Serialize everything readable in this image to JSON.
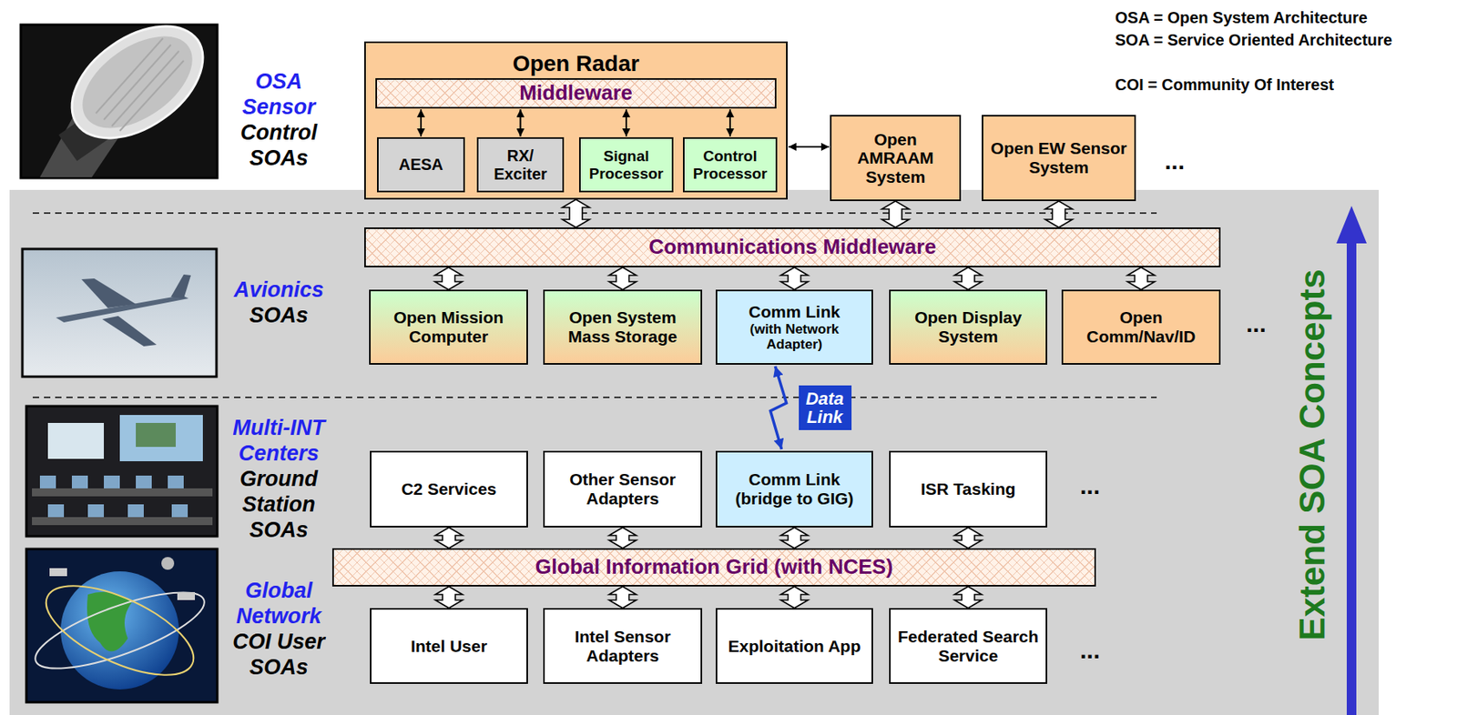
{
  "diagram": {
    "nodes": [
      {
        "text": [
          "Open Radar"
        ]
      },
      {
        "text": [
          "Middleware"
        ],
        "in": 0
      },
      {
        "text": [
          "AESA"
        ],
        "in": 0
      },
      {
        "text": [
          "RX/ Exciter"
        ],
        "in": 0
      },
      {
        "text": [
          "Signal Processor"
        ],
        "in": 0
      },
      {
        "text": [
          "Control Processor"
        ],
        "in": 0
      },
      {
        "text": [
          "Open AMRAAM System"
        ]
      },
      {
        "text": [
          "Open EW Sensor System"
        ]
      },
      {
        "text": [
          "Communications Middleware"
        ]
      },
      {
        "text": [
          "Open Mission Computer"
        ]
      },
      {
        "text": [
          "Open System Mass Storage"
        ]
      },
      {
        "text": [
          "Comm Link",
          "(with Network Adapter)"
        ]
      },
      {
        "text": [
          "Open Display System"
        ]
      },
      {
        "text": [
          "Open Comm/Nav/ID"
        ]
      },
      {
        "text": [
          "C2 Services"
        ]
      },
      {
        "text": [
          "Other Sensor Adapters"
        ]
      },
      {
        "text": [
          "Comm Link (bridge to GIG)"
        ]
      },
      {
        "text": [
          "ISR Tasking"
        ]
      },
      {
        "text": [
          "Global Information Grid (with NCES)"
        ]
      },
      {
        "text": [
          "Intel User"
        ]
      },
      {
        "text": [
          "Intel Sensor Adapters"
        ]
      },
      {
        "text": [
          "Exploitation App"
        ]
      },
      {
        "text": [
          "Federated Search Service"
        ]
      }
    ],
    "edges": [
      {
        "from": 1,
        "to": 2,
        "arrow": "both"
      },
      {
        "from": 1,
        "to": 3,
        "arrow": "both"
      },
      {
        "from": 1,
        "to": 4,
        "arrow": "both"
      },
      {
        "from": 1,
        "to": 5,
        "arrow": "both"
      },
      {
        "from": 0,
        "to": 6,
        "arrow": "both"
      },
      {
        "from": 0,
        "to": 8,
        "arrow": "both"
      },
      {
        "from": 6,
        "to": 8,
        "arrow": "both"
      },
      {
        "from": 7,
        "to": 8,
        "arrow": "both"
      },
      {
        "from": 8,
        "to": 9,
        "arrow": "both"
      },
      {
        "from": 8,
        "to": 10,
        "arrow": "both"
      },
      {
        "from": 8,
        "to": 11,
        "arrow": "both"
      },
      {
        "from": 8,
        "to": 12,
        "arrow": "both"
      },
      {
        "from": 8,
        "to": 13,
        "arrow": "both"
      },
      {
        "from": 11,
        "to": 16,
        "label": "Data Link",
        "arrow": "both"
      },
      {
        "from": 14,
        "to": 18,
        "arrow": "both"
      },
      {
        "from": 15,
        "to": 18,
        "arrow": "both"
      },
      {
        "from": 16,
        "to": 18,
        "arrow": "both"
      },
      {
        "from": 17,
        "to": 18,
        "arrow": "both"
      },
      {
        "from": 18,
        "to": 19,
        "arrow": "both"
      },
      {
        "from": 18,
        "to": 20,
        "arrow": "both"
      },
      {
        "from": 18,
        "to": 21,
        "arrow": "both"
      },
      {
        "from": 18,
        "to": 22,
        "arrow": "both"
      }
    ],
    "labels": [
      "OSA = Open System Architecture",
      "SOA = Service Oriented Architecture",
      "COI = Community Of Interest",
      "OSA Sensor",
      "Control SOAs",
      "...",
      "Avionics",
      "SOAs",
      "...",
      "Multi-INT Centers",
      "Ground Station SOAs",
      "...",
      "Global Network",
      "COI User SOAs",
      "...",
      "Extend SOA Concepts"
    ]
  }
}
